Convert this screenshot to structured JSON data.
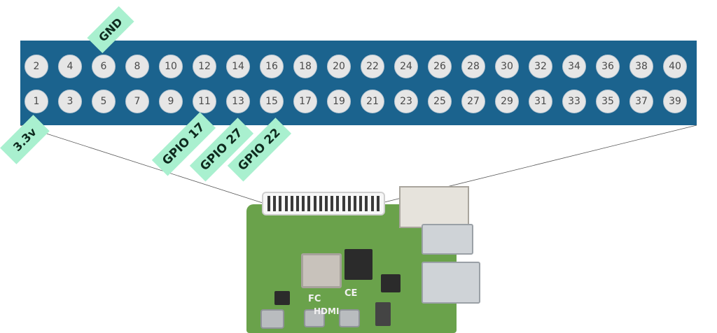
{
  "pins": {
    "top_row": [
      "2",
      "4",
      "6",
      "8",
      "10",
      "12",
      "14",
      "16",
      "18",
      "20",
      "22",
      "24",
      "26",
      "28",
      "30",
      "32",
      "34",
      "36",
      "38",
      "40"
    ],
    "bottom_row": [
      "1",
      "3",
      "5",
      "7",
      "9",
      "11",
      "13",
      "15",
      "17",
      "19",
      "21",
      "23",
      "25",
      "27",
      "29",
      "31",
      "33",
      "35",
      "37",
      "39"
    ]
  },
  "labels": {
    "gnd": "GND",
    "v33": "3.3v",
    "gpio17": "GPIO 17",
    "gpio27": "GPIO 27",
    "gpio22": "GPIO 22"
  },
  "board": {
    "hdmi_mark": "HDMI",
    "ce_mark": "CE",
    "fcc_mark": "FC"
  },
  "colors": {
    "header_bar": "#1b638e",
    "tag_background": "#a9f0cf",
    "pcb_green": "#6aa24b"
  }
}
